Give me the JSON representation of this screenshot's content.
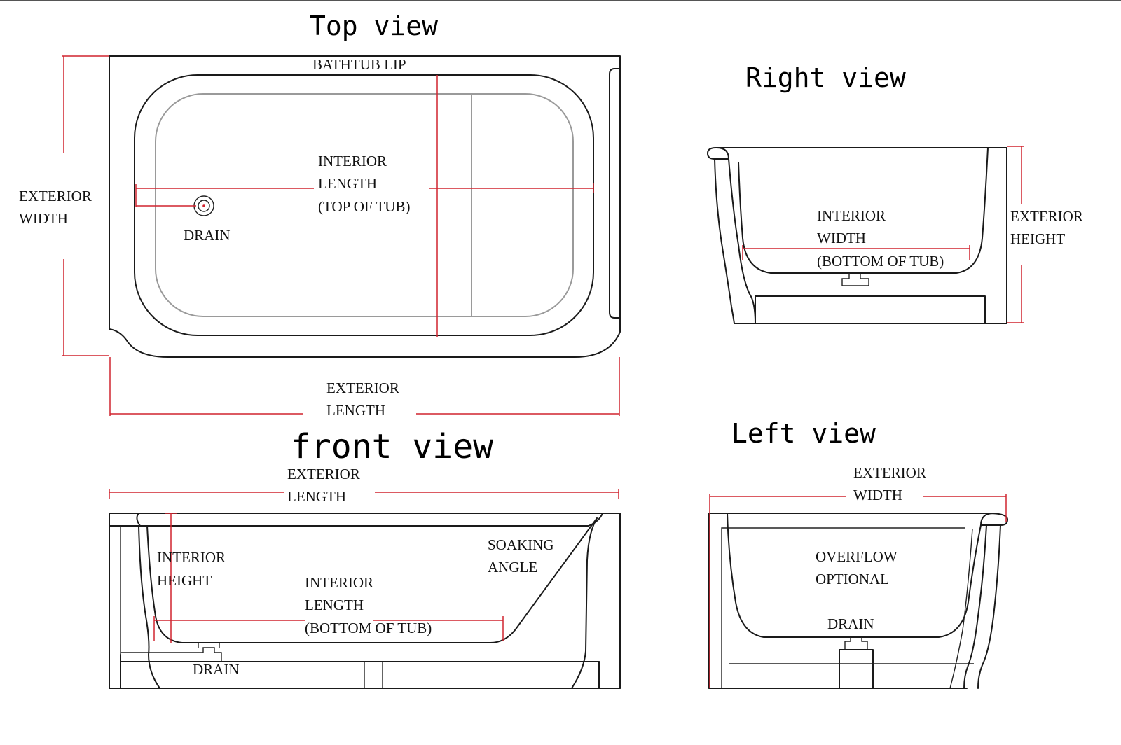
{
  "colors": {
    "line": "#1a1a1a",
    "dimension": "#d1242f",
    "background": "#ffffff"
  },
  "views": {
    "top": {
      "title": "Top view",
      "labels": {
        "lip": "BATHTUB LIP",
        "ext_width_1": "EXTERIOR",
        "ext_width_2": "WIDTH",
        "int_length_1": "INTERIOR",
        "int_length_2": "LENGTH",
        "int_length_3": "(TOP OF TUB)",
        "drain": "DRAIN",
        "ext_length_1": "EXTERIOR",
        "ext_length_2": "LENGTH"
      }
    },
    "right": {
      "title": "Right view",
      "labels": {
        "int_width_1": "INTERIOR",
        "int_width_2": "WIDTH",
        "int_width_3": "(BOTTOM OF TUB)",
        "ext_height_1": "EXTERIOR",
        "ext_height_2": "HEIGHT"
      }
    },
    "front": {
      "title": "front view",
      "labels": {
        "ext_length_1": "EXTERIOR",
        "ext_length_2": "LENGTH",
        "int_height_1": "INTERIOR",
        "int_height_2": "HEIGHT",
        "int_length_1": "INTERIOR",
        "int_length_2": "LENGTH",
        "int_length_3": "(BOTTOM OF TUB)",
        "soaking_1": "SOAKING",
        "soaking_2": "ANGLE",
        "drain": "DRAIN"
      }
    },
    "left": {
      "title": "Left view",
      "labels": {
        "ext_width_1": "EXTERIOR",
        "ext_width_2": "WIDTH",
        "overflow_1": "OVERFLOW",
        "overflow_2": "OPTIONAL",
        "drain": "DRAIN"
      }
    }
  }
}
